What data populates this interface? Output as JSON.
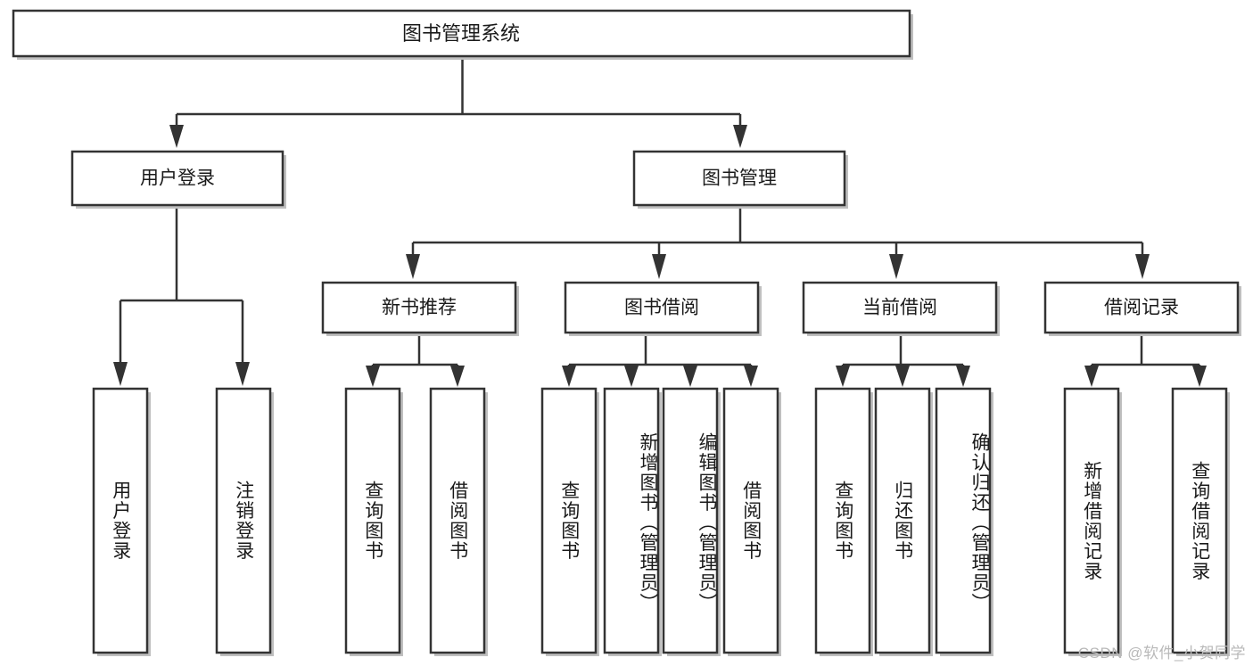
{
  "diagram": {
    "type": "tree-hierarchy-chart",
    "title": "图书管理系统",
    "watermark": "CSDN @软件_小贺同学",
    "root": {
      "id": "root",
      "label": "图书管理系统"
    },
    "level2": [
      {
        "id": "user-login",
        "label": "用户登录"
      },
      {
        "id": "book-manage",
        "label": "图书管理"
      }
    ],
    "level3": [
      {
        "id": "new-book-rec",
        "label": "新书推荐",
        "parent": "book-manage"
      },
      {
        "id": "book-borrow",
        "label": "图书借阅",
        "parent": "book-manage"
      },
      {
        "id": "current-borrow",
        "label": "当前借阅",
        "parent": "book-manage"
      },
      {
        "id": "borrow-record",
        "label": "借阅记录",
        "parent": "book-manage"
      }
    ],
    "leaves": [
      {
        "id": "leaf-user-login",
        "label": "用户登录",
        "parent": "user-login"
      },
      {
        "id": "leaf-user-logout",
        "label": "注销登录",
        "parent": "user-login"
      },
      {
        "id": "leaf-query-book-1",
        "label": "查询图书",
        "parent": "new-book-rec"
      },
      {
        "id": "leaf-borrow-book-1",
        "label": "借阅图书",
        "parent": "new-book-rec"
      },
      {
        "id": "leaf-query-book-2",
        "label": "查询图书",
        "parent": "book-borrow"
      },
      {
        "id": "leaf-add-book",
        "label": "新增图书（管理员）",
        "parent": "book-borrow"
      },
      {
        "id": "leaf-edit-book",
        "label": "编辑图书（管理员）",
        "parent": "book-borrow"
      },
      {
        "id": "leaf-borrow-book-2",
        "label": "借阅图书",
        "parent": "book-borrow"
      },
      {
        "id": "leaf-query-book-3",
        "label": "查询图书",
        "parent": "current-borrow"
      },
      {
        "id": "leaf-return-book",
        "label": "归还图书",
        "parent": "current-borrow"
      },
      {
        "id": "leaf-confirm-return",
        "label": "确认归还（管理员）",
        "parent": "current-borrow"
      },
      {
        "id": "leaf-add-record",
        "label": "新增借阅记录",
        "parent": "borrow-record"
      },
      {
        "id": "leaf-query-record",
        "label": "查询借阅记录",
        "parent": "borrow-record"
      }
    ],
    "colors": {
      "box_fill": "#ffffff",
      "box_stroke": "#333333",
      "text": "#1a1a1a",
      "shadow": "#bfbfbf",
      "watermark": "#b9b9b9",
      "background": "#ffffff"
    }
  }
}
